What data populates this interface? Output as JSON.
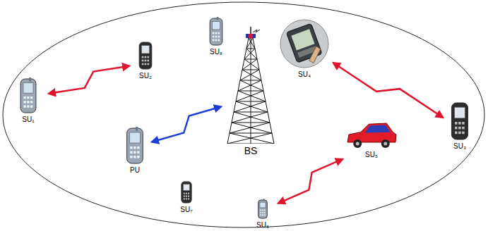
{
  "diagram": {
    "nodes": [
      {
        "text": [
          "SU₁"
        ]
      },
      {
        "text": [
          "SU₂"
        ]
      },
      {
        "text": [
          "SU₈"
        ]
      },
      {
        "text": [
          "BS"
        ]
      },
      {
        "text": [
          "SU₄"
        ]
      },
      {
        "text": [
          "SU₃"
        ]
      },
      {
        "text": [
          "PU"
        ]
      },
      {
        "text": [
          "SU₅"
        ]
      },
      {
        "text": [
          "SU₇"
        ]
      },
      {
        "text": [
          "SU₆"
        ]
      }
    ],
    "edges": [
      {
        "from": 0,
        "to": 1,
        "arrow": "both"
      },
      {
        "from": 6,
        "to": 3,
        "arrow": "both"
      },
      {
        "from": 4,
        "to": 5,
        "arrow": "both"
      },
      {
        "from": 7,
        "to": 9,
        "arrow": "both"
      }
    ]
  }
}
